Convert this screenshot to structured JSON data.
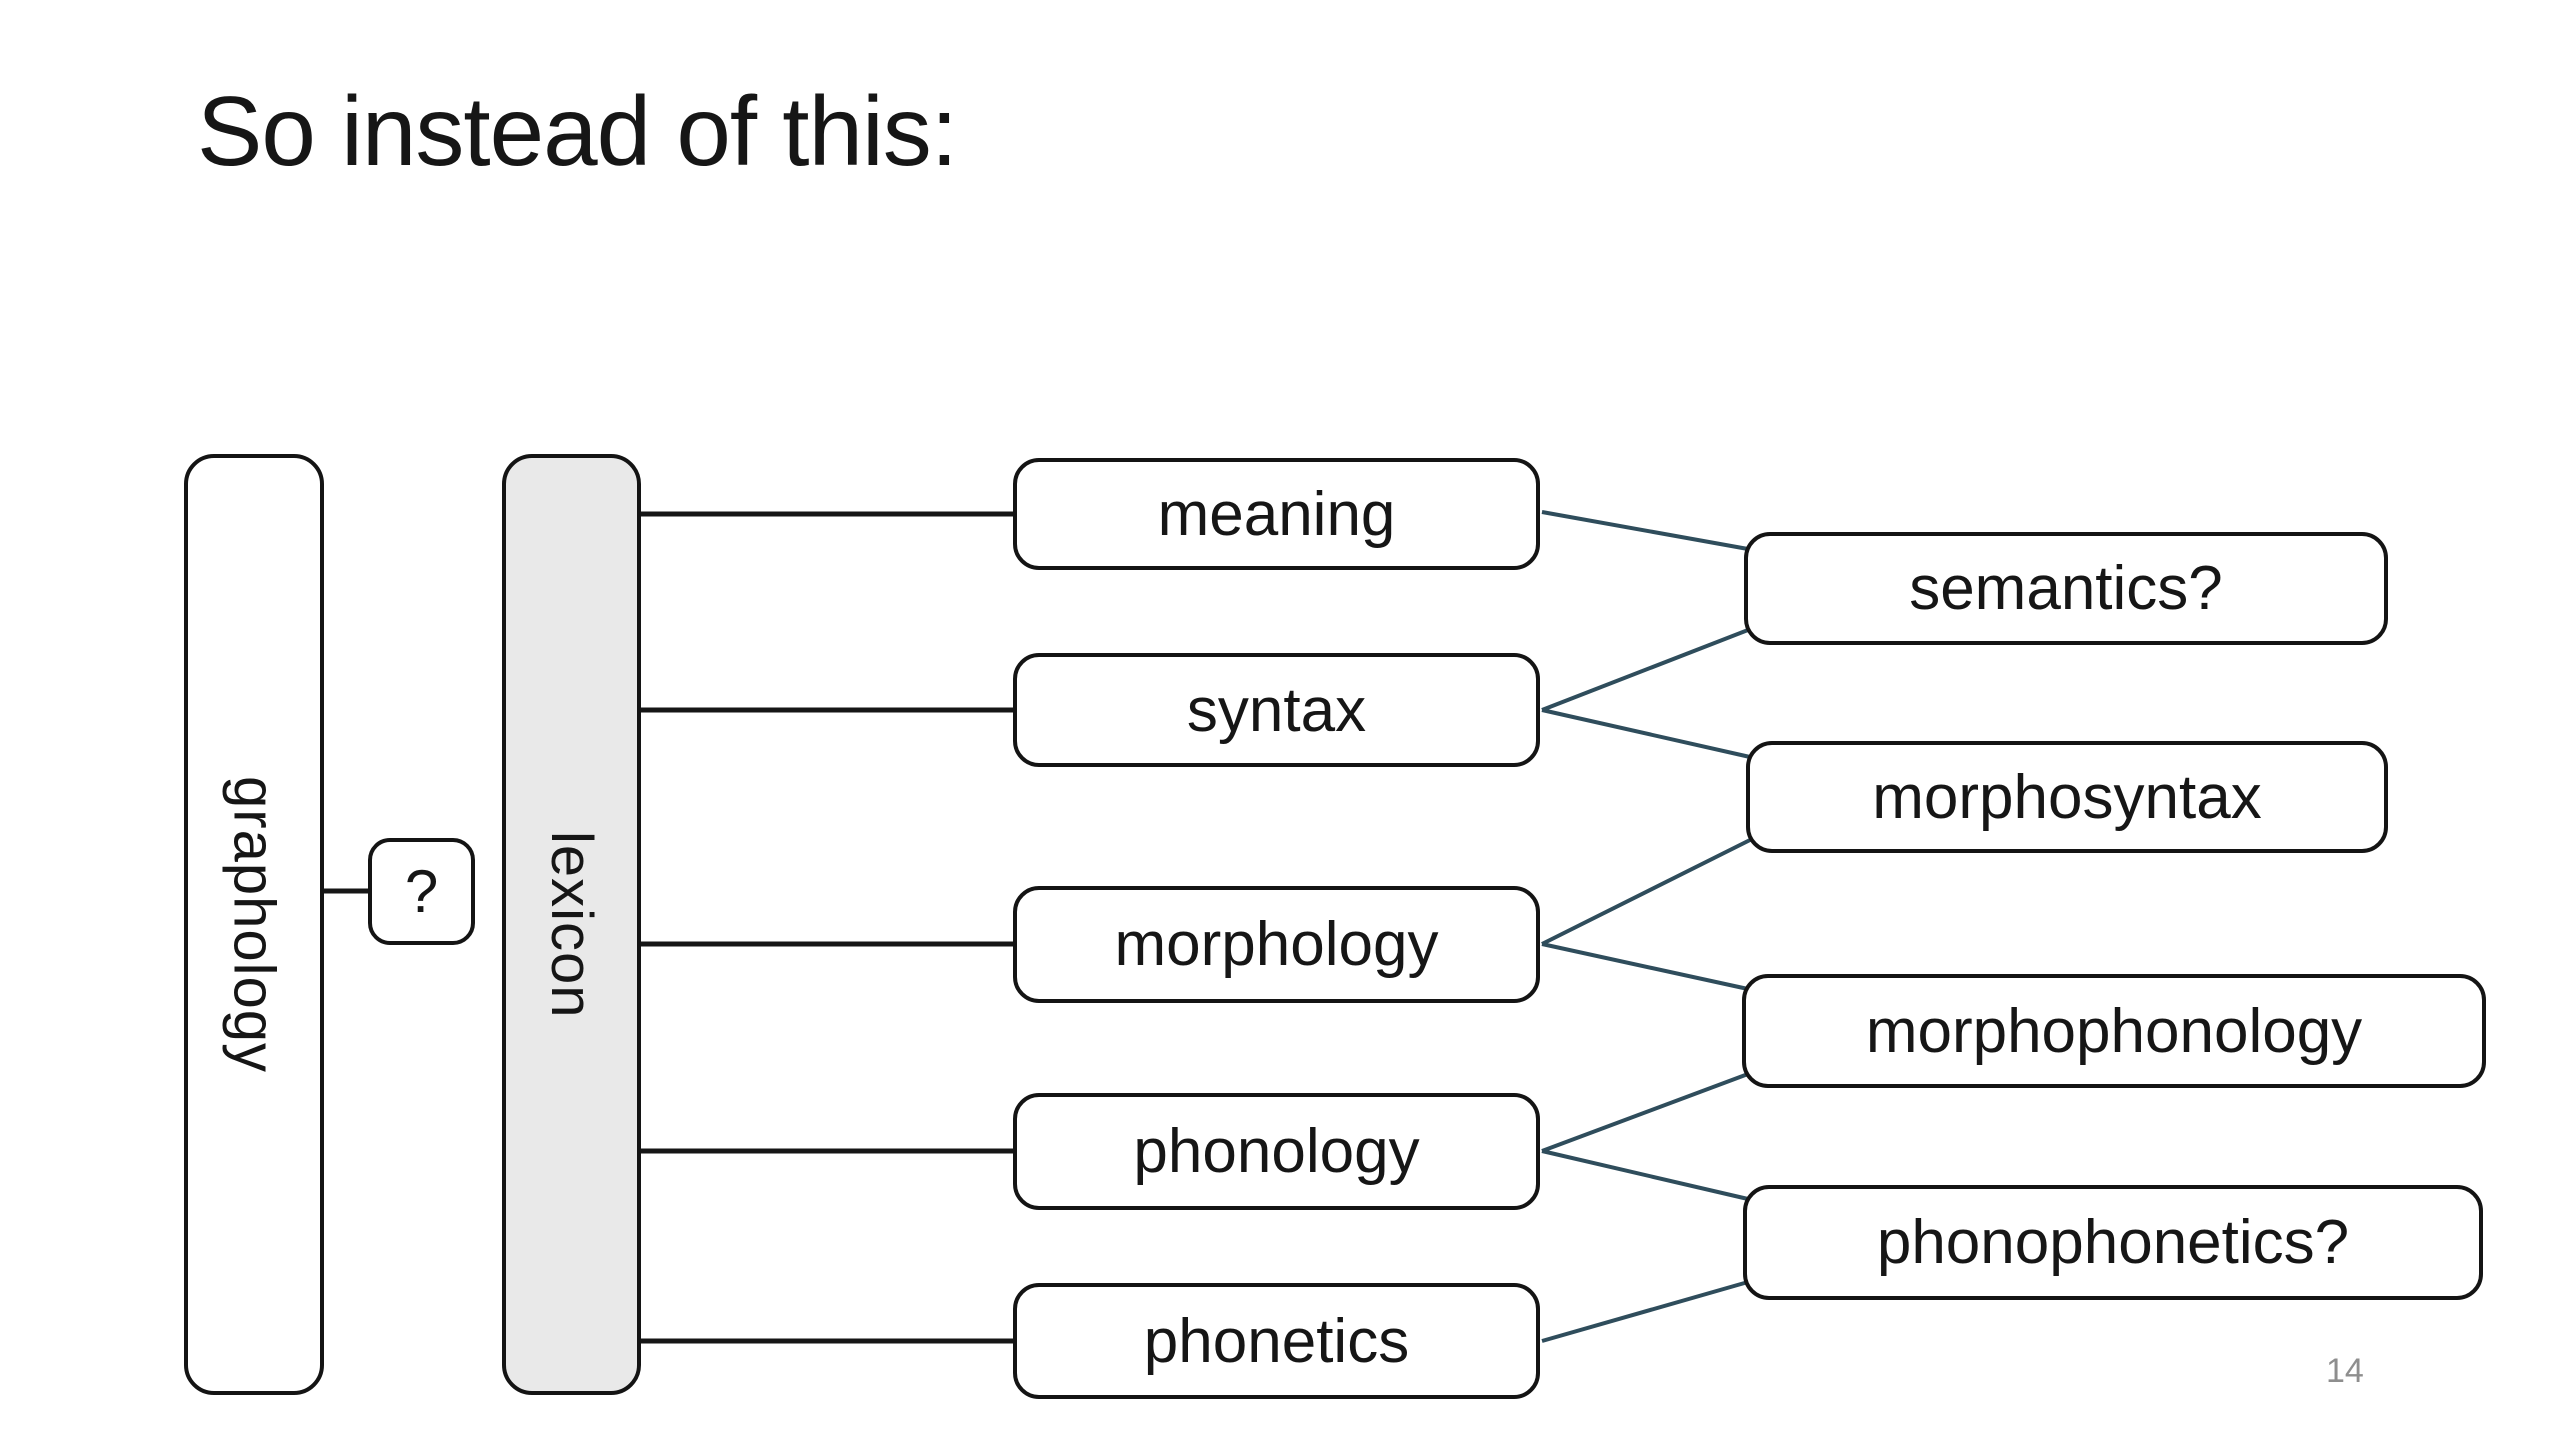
{
  "slide": {
    "title": "So instead of this:",
    "page_number": "14"
  },
  "diagram": {
    "left_nodes": [
      {
        "id": "graphology",
        "label": "graphology"
      },
      {
        "id": "question",
        "label": "?"
      },
      {
        "id": "lexicon",
        "label": "lexicon"
      }
    ],
    "middle_nodes": [
      {
        "id": "meaning",
        "label": "meaning"
      },
      {
        "id": "syntax",
        "label": "syntax"
      },
      {
        "id": "morphology",
        "label": "morphology"
      },
      {
        "id": "phonology",
        "label": "phonology"
      },
      {
        "id": "phonetics",
        "label": "phonetics"
      }
    ],
    "right_nodes": [
      {
        "id": "semantics",
        "label": "semantics?"
      },
      {
        "id": "morphosyntax",
        "label": "morphosyntax"
      },
      {
        "id": "morphophonology",
        "label": "morphophonology"
      },
      {
        "id": "phonophonetics",
        "label": "phonophonetics?"
      }
    ],
    "edges": [
      {
        "from": "graphology",
        "to": "question"
      },
      {
        "from": "lexicon",
        "to": "meaning"
      },
      {
        "from": "lexicon",
        "to": "syntax"
      },
      {
        "from": "lexicon",
        "to": "morphology"
      },
      {
        "from": "lexicon",
        "to": "phonology"
      },
      {
        "from": "lexicon",
        "to": "phonetics"
      },
      {
        "from": "meaning",
        "to": "semantics"
      },
      {
        "from": "syntax",
        "to": "semantics"
      },
      {
        "from": "syntax",
        "to": "morphosyntax"
      },
      {
        "from": "morphology",
        "to": "morphosyntax"
      },
      {
        "from": "morphology",
        "to": "morphophonology"
      },
      {
        "from": "phonology",
        "to": "morphophonology"
      },
      {
        "from": "phonology",
        "to": "phonophonetics"
      },
      {
        "from": "phonetics",
        "to": "phonophonetics"
      }
    ],
    "colors": {
      "black_line": "#161616",
      "slate_line": "#2f4d5c",
      "box_border": "#141414",
      "lexicon_fill": "#e9e9e9",
      "page_number_gray": "#8e8e8e"
    }
  }
}
